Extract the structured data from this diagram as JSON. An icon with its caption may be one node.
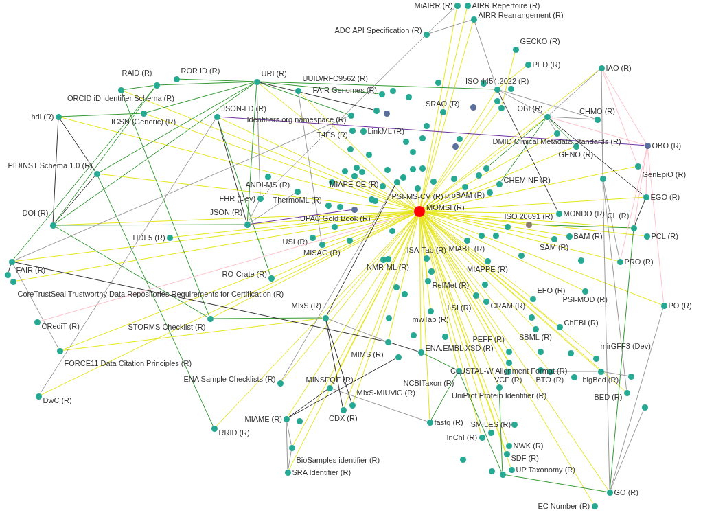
{
  "diagram": {
    "nodes": [
      {
        "text": [],
        "shape": "circle",
        "beside": [
          "MiAIRR (R)"
        ]
      },
      {
        "text": [],
        "shape": "circle",
        "beside": [
          "AIRR Repertoire (R)"
        ]
      },
      {
        "text": [],
        "shape": "circle",
        "beside": [
          "AIRR Rearrangement (R)"
        ]
      },
      {
        "text": [],
        "shape": "circle",
        "beside": [
          "ADC API Specification (R)"
        ]
      },
      {
        "text": [],
        "shape": "circle",
        "beside": [
          "GECKO (R)"
        ]
      },
      {
        "text": [],
        "shape": "circle",
        "beside": [
          "PED (R)"
        ]
      },
      {
        "text": [],
        "shape": "circle",
        "beside": [
          "IAO (R)"
        ]
      },
      {
        "text": [],
        "shape": "circle",
        "beside": [
          "ROR ID (R)"
        ]
      },
      {
        "text": [],
        "shape": "circle",
        "beside": [
          "URI (R)"
        ]
      },
      {
        "text": [],
        "shape": "circle"
      },
      {
        "text": [],
        "shape": "circle",
        "beside": [
          "RAiD (R)"
        ]
      },
      {
        "text": [],
        "shape": "circle"
      },
      {
        "text": [],
        "shape": "circle"
      },
      {
        "text": [],
        "shape": "circle",
        "beside": [
          "UUID/RFC9562 (R)"
        ]
      },
      {
        "text": [],
        "shape": "circle",
        "beside": [
          "ISO 4454:2022 (R)"
        ]
      },
      {
        "text": [],
        "shape": "circle",
        "beside": [
          "ORCID iD Identifier Schema (R)"
        ]
      },
      {
        "text": [],
        "shape": "circle"
      },
      {
        "text": [],
        "shape": "circle",
        "beside": [
          "FAIR Genomes (R)"
        ]
      },
      {
        "text": [],
        "shape": "circle"
      },
      {
        "text": [],
        "shape": "circle"
      },
      {
        "text": [],
        "shape": "circle"
      },
      {
        "text": [],
        "shape": "circle"
      },
      {
        "text": [],
        "shape": "circle"
      },
      {
        "text": [],
        "shape": "circle",
        "beside": [
          "SRAO (R)"
        ]
      },
      {
        "text": [],
        "shape": "circle"
      },
      {
        "text": [],
        "shape": "circle",
        "beside": [
          "IGSN (Generic) (R)"
        ]
      },
      {
        "text": [],
        "shape": "circle",
        "beside": [
          "Identifiers.org namespace (R)"
        ]
      },
      {
        "text": [],
        "shape": "circle",
        "beside": [
          "hdl (R)"
        ]
      },
      {
        "text": [],
        "shape": "circle",
        "beside": [
          "CHMO (R)"
        ]
      },
      {
        "text": [],
        "shape": "circle",
        "beside": [
          "JSON-LD (R)"
        ]
      },
      {
        "text": [],
        "shape": "circle",
        "beside": [
          "OBI (R)"
        ]
      },
      {
        "text": [],
        "shape": "circle",
        "beside": [
          "T4FS (R)"
        ]
      },
      {
        "text": [],
        "shape": "circle"
      },
      {
        "text": [],
        "shape": "circle",
        "beside": [
          "LinkML (R)"
        ]
      },
      {
        "text": [],
        "shape": "circle",
        "beside": [
          "DMID Clinical Metadata Standards (R)"
        ]
      },
      {
        "text": [],
        "shape": "circle"
      },
      {
        "text": [],
        "shape": "circle"
      },
      {
        "text": [],
        "shape": "circle"
      },
      {
        "text": [],
        "shape": "circle",
        "beside": [
          "OBO (R)"
        ]
      },
      {
        "text": [],
        "shape": "circle",
        "beside": [
          "GENO (R)"
        ]
      },
      {
        "text": [],
        "shape": "circle"
      },
      {
        "text": [],
        "shape": "circle"
      },
      {
        "text": [],
        "shape": "circle"
      },
      {
        "text": [],
        "shape": "circle"
      },
      {
        "text": [],
        "shape": "circle",
        "beside": [
          "GenEpiO (R)"
        ]
      },
      {
        "text": [],
        "shape": "circle"
      },
      {
        "text": [],
        "shape": "circle"
      },
      {
        "text": [],
        "shape": "circle"
      },
      {
        "text": [],
        "shape": "circle"
      },
      {
        "text": [],
        "shape": "circle"
      },
      {
        "text": [],
        "shape": "circle"
      },
      {
        "text": [],
        "shape": "circle"
      },
      {
        "text": [],
        "shape": "circle",
        "beside": [
          "PIDINST Schema 1.0 (R)"
        ]
      },
      {
        "text": [],
        "shape": "circle"
      },
      {
        "text": [],
        "shape": "circle"
      },
      {
        "text": [],
        "shape": "circle",
        "beside": [
          "ANDI-MS (R)"
        ]
      },
      {
        "text": [],
        "shape": "circle",
        "beside": [
          "MIAPE-CE (R)"
        ]
      },
      {
        "text": [],
        "shape": "circle"
      },
      {
        "text": [],
        "shape": "circle"
      },
      {
        "text": [],
        "shape": "circle"
      },
      {
        "text": [],
        "shape": "circle"
      },
      {
        "text": [],
        "shape": "circle",
        "beside": [
          "CHEMINF (R)"
        ]
      },
      {
        "text": [],
        "shape": "circle"
      },
      {
        "text": [],
        "shape": "circle",
        "beside": [
          "proBAM (R)"
        ]
      },
      {
        "text": [],
        "shape": "circle"
      },
      {
        "text": [],
        "shape": "circle",
        "beside": [
          "PSI-MS-CV (R)"
        ]
      },
      {
        "text": [],
        "shape": "circle",
        "beside": [
          "ThermoML (R)"
        ]
      },
      {
        "text": [],
        "shape": "circle"
      },
      {
        "text": [],
        "shape": "circle",
        "beside": [
          "FHR (Dev)"
        ]
      },
      {
        "text": [],
        "shape": "circle"
      },
      {
        "text": [],
        "shape": "circle"
      },
      {
        "text": [],
        "shape": "circle"
      },
      {
        "text": [],
        "shape": "circle",
        "beside": [
          "EGO (R)"
        ]
      },
      {
        "text": [],
        "shape": "circle"
      },
      {
        "text": [],
        "shape": "circle",
        "beside": [
          "MOMSI (R)"
        ]
      },
      {
        "text": [],
        "shape": "circle",
        "beside": [
          "MONDO (R)"
        ]
      },
      {
        "text": [],
        "shape": "circle"
      },
      {
        "text": [],
        "shape": "circle",
        "beside": [
          "IUPAC Gold Book (R)"
        ]
      },
      {
        "text": [],
        "shape": "circle",
        "beside": [
          "ISO 20691 (R)"
        ]
      },
      {
        "text": [],
        "shape": "circle",
        "beside": [
          "JSON (R)"
        ]
      },
      {
        "text": [],
        "shape": "circle",
        "beside": [
          "DOI (R)"
        ]
      },
      {
        "text": [],
        "shape": "circle"
      },
      {
        "text": [],
        "shape": "circle",
        "beside": [
          "CL (R)"
        ]
      },
      {
        "text": [],
        "shape": "circle"
      },
      {
        "text": [],
        "shape": "circle"
      },
      {
        "text": [],
        "shape": "circle",
        "beside": [
          "BAM (R)"
        ]
      },
      {
        "text": [],
        "shape": "circle",
        "beside": [
          "PCL (R)"
        ]
      },
      {
        "text": [],
        "shape": "circle",
        "beside": [
          "SAM (R)"
        ]
      },
      {
        "text": [],
        "shape": "circle",
        "beside": [
          "HDF5 (R)"
        ]
      },
      {
        "text": [],
        "shape": "circle",
        "beside": [
          "USI (R)"
        ]
      },
      {
        "text": [],
        "shape": "circle"
      },
      {
        "text": [],
        "shape": "circle"
      },
      {
        "text": [],
        "shape": "circle",
        "beside": [
          "MISAG (R)"
        ]
      },
      {
        "text": [],
        "shape": "circle",
        "beside": [
          "MIABE (R)"
        ]
      },
      {
        "text": [],
        "shape": "circle",
        "beside": [
          "ISA-Tab (R)"
        ]
      },
      {
        "text": [],
        "shape": "circle"
      },
      {
        "text": [],
        "shape": "circle"
      },
      {
        "text": [],
        "shape": "circle",
        "beside": [
          "FAIR (R)"
        ]
      },
      {
        "text": [],
        "shape": "circle",
        "beside": [
          "PRO (R)"
        ]
      },
      {
        "text": [],
        "shape": "circle"
      },
      {
        "text": [],
        "shape": "circle",
        "beside": [
          "NMR-ML (R)"
        ]
      },
      {
        "text": [],
        "shape": "circle",
        "beside": [
          "MIAPPE (R)"
        ]
      },
      {
        "text": [],
        "shape": "circle"
      },
      {
        "text": [],
        "shape": "circle"
      },
      {
        "text": [],
        "shape": "circle",
        "beside": [
          "CoreTrustSeal Trustworthy Data Repositories Requirements for Certification (R)"
        ]
      },
      {
        "text": [],
        "shape": "circle",
        "beside": [
          "RefMet (R)"
        ]
      },
      {
        "text": [],
        "shape": "circle"
      },
      {
        "text": [],
        "shape": "circle",
        "beside": [
          "RO-Crate (R)"
        ]
      },
      {
        "text": [],
        "shape": "circle"
      },
      {
        "text": [],
        "shape": "circle",
        "beside": [
          "PSI-MOD (R)"
        ]
      },
      {
        "text": [],
        "shape": "circle",
        "beside": [
          "LSI (R)"
        ]
      },
      {
        "text": [],
        "shape": "circle"
      },
      {
        "text": [],
        "shape": "circle",
        "beside": [
          "EFO (R)"
        ]
      },
      {
        "text": [],
        "shape": "circle",
        "beside": [
          "CRAM (R)"
        ]
      },
      {
        "text": [],
        "shape": "circle",
        "beside": [
          "PO (R)"
        ]
      },
      {
        "text": [],
        "shape": "circle",
        "beside": [
          "mwTab (R)"
        ]
      },
      {
        "text": [],
        "shape": "circle",
        "beside": [
          "MIxS (R)"
        ]
      },
      {
        "text": [],
        "shape": "circle"
      },
      {
        "text": [],
        "shape": "circle",
        "beside": [
          "STORMS Checklist (R)"
        ]
      },
      {
        "text": [],
        "shape": "circle",
        "beside": [
          "CRediT (R)"
        ]
      },
      {
        "text": [],
        "shape": "circle"
      },
      {
        "text": [],
        "shape": "circle",
        "beside": [
          "ChEBI (R)"
        ]
      },
      {
        "text": [],
        "shape": "circle",
        "beside": [
          "SBML (R)"
        ]
      },
      {
        "text": [],
        "shape": "circle"
      },
      {
        "text": [],
        "shape": "circle"
      },
      {
        "text": [],
        "shape": "circle",
        "beside": [
          "MIMS (R)"
        ]
      },
      {
        "text": [],
        "shape": "circle",
        "beside": [
          "FORCE11 Data Citation Principles (R)"
        ]
      },
      {
        "text": [],
        "shape": "circle"
      },
      {
        "text": [],
        "shape": "circle",
        "beside": [
          "ENA.EMBL XSD (R)"
        ]
      },
      {
        "text": [],
        "shape": "circle"
      },
      {
        "text": [],
        "shape": "circle",
        "beside": [
          "PEFF (R)"
        ]
      },
      {
        "text": [],
        "shape": "circle"
      },
      {
        "text": [],
        "shape": "circle",
        "beside": [
          "mirGFF3 (Dev)"
        ]
      },
      {
        "text": [],
        "shape": "circle",
        "beside": [
          "CLUSTAL-W Alignment Format (R)"
        ]
      },
      {
        "text": [],
        "shape": "circle",
        "beside": [
          "bigBed (R)"
        ]
      },
      {
        "text": [],
        "shape": "circle",
        "beside": [
          "VCF (R)"
        ]
      },
      {
        "text": [],
        "shape": "circle",
        "beside": [
          "BTO (R)"
        ]
      },
      {
        "text": [],
        "shape": "circle"
      },
      {
        "text": [],
        "shape": "circle",
        "beside": [
          "NCBITaxon (R)"
        ]
      },
      {
        "text": [],
        "shape": "circle"
      },
      {
        "text": [],
        "shape": "circle"
      },
      {
        "text": [],
        "shape": "circle",
        "beside": [
          "ENA Sample Checklists (R)"
        ]
      },
      {
        "text": [],
        "shape": "circle",
        "beside": [
          "UniProt Protein Identifier (R)"
        ]
      },
      {
        "text": [],
        "shape": "circle",
        "beside": [
          "MINSEQE (R)"
        ]
      },
      {
        "text": [],
        "shape": "circle",
        "beside": [
          "BED (R)"
        ]
      },
      {
        "text": [],
        "shape": "circle",
        "beside": [
          "DwC (R)"
        ]
      },
      {
        "text": [],
        "shape": "circle",
        "beside": [
          "MIxS-MIUViG (R)"
        ]
      },
      {
        "text": [],
        "shape": "circle"
      },
      {
        "text": [],
        "shape": "circle",
        "beside": [
          "CDX (R)"
        ]
      },
      {
        "text": [],
        "shape": "circle",
        "beside": [
          "MIAME (R)"
        ]
      },
      {
        "text": [],
        "shape": "circle"
      },
      {
        "text": [],
        "shape": "circle",
        "beside": [
          "fastq (R)"
        ]
      },
      {
        "text": [],
        "shape": "circle"
      },
      {
        "text": [],
        "shape": "circle",
        "beside": [
          "RRID (R)"
        ]
      },
      {
        "text": [],
        "shape": "circle",
        "beside": [
          "SMILES (R)"
        ]
      },
      {
        "text": [],
        "shape": "circle",
        "beside": [
          "InChI (R)"
        ]
      },
      {
        "text": [],
        "shape": "circle",
        "beside": [
          "NWK (R)"
        ]
      },
      {
        "text": [],
        "shape": "circle",
        "beside": [
          "BioSamples identifier (R)"
        ]
      },
      {
        "text": [],
        "shape": "circle",
        "beside": [
          "SDF (R)"
        ]
      },
      {
        "text": [],
        "shape": "circle"
      },
      {
        "text": [],
        "shape": "circle",
        "beside": [
          "UP Taxonomy (R)"
        ]
      },
      {
        "text": [],
        "shape": "circle"
      },
      {
        "text": [],
        "shape": "circle",
        "beside": [
          "SRA Identifier (R)"
        ]
      },
      {
        "text": [],
        "shape": "circle"
      },
      {
        "text": [],
        "shape": "circle",
        "beside": [
          "GO (R)"
        ]
      },
      {
        "text": [],
        "shape": "circle",
        "beside": [
          "EC Number (R)"
        ]
      }
    ],
    "edges": [
      {
        "from": 74,
        "to": 0,
        "arrow": "none"
      },
      {
        "from": 74,
        "to": 1,
        "arrow": "none"
      },
      {
        "from": 74,
        "to": 2,
        "arrow": "none"
      },
      {
        "from": 74,
        "to": 14,
        "arrow": "none"
      },
      {
        "from": 74,
        "to": 27,
        "arrow": "none"
      },
      {
        "from": 74,
        "to": 25,
        "arrow": "none"
      },
      {
        "from": 74,
        "to": 15,
        "arrow": "none"
      },
      {
        "from": 74,
        "to": 29,
        "arrow": "none"
      },
      {
        "from": 74,
        "to": 52,
        "arrow": "none"
      },
      {
        "from": 74,
        "to": 80,
        "arrow": "none"
      },
      {
        "from": 74,
        "to": 97,
        "arrow": "none"
      },
      {
        "from": 74,
        "to": 104,
        "arrow": "none"
      },
      {
        "from": 74,
        "to": 126,
        "arrow": "none"
      },
      {
        "from": 74,
        "to": 145,
        "arrow": "none"
      },
      {
        "from": 74,
        "to": 153,
        "arrow": "none"
      },
      {
        "from": 74,
        "to": 118,
        "arrow": "none"
      },
      {
        "from": 74,
        "to": 107,
        "arrow": "none"
      },
      {
        "from": 74,
        "to": 116,
        "arrow": "none"
      },
      {
        "from": 74,
        "to": 149,
        "arrow": "none"
      },
      {
        "from": 74,
        "to": 162,
        "arrow": "none"
      },
      {
        "from": 74,
        "to": 141,
        "arrow": "none"
      },
      {
        "from": 74,
        "to": 151,
        "arrow": "none"
      },
      {
        "from": 74,
        "to": 138,
        "arrow": "none"
      },
      {
        "from": 74,
        "to": 135,
        "arrow": "none"
      },
      {
        "from": 74,
        "to": 136,
        "arrow": "none"
      },
      {
        "from": 74,
        "to": 134,
        "arrow": "none"
      },
      {
        "from": 74,
        "to": 144,
        "arrow": "none"
      },
      {
        "from": 74,
        "to": 164,
        "arrow": "none"
      },
      {
        "from": 74,
        "to": 114,
        "arrow": "none"
      },
      {
        "from": 74,
        "to": 98,
        "arrow": "none"
      },
      {
        "from": 74,
        "to": 82,
        "arrow": "none"
      },
      {
        "from": 74,
        "to": 86,
        "arrow": "none"
      },
      {
        "from": 74,
        "to": 72,
        "arrow": "none"
      },
      {
        "from": 74,
        "to": 44,
        "arrow": "none"
      },
      {
        "from": 74,
        "to": 30,
        "arrow": "none"
      },
      {
        "from": 74,
        "to": 6,
        "arrow": "none"
      },
      {
        "from": 74,
        "to": 87,
        "arrow": "none"
      },
      {
        "from": 74,
        "to": 113,
        "arrow": "none"
      },
      {
        "from": 74,
        "to": 112,
        "arrow": "none"
      },
      {
        "from": 74,
        "to": 122,
        "arrow": "none"
      },
      {
        "from": 74,
        "to": 121,
        "arrow": "none"
      },
      {
        "from": 74,
        "to": 142,
        "arrow": "none"
      },
      {
        "from": 74,
        "to": 154,
        "arrow": "none"
      },
      {
        "from": 74,
        "to": 155,
        "arrow": "none"
      },
      {
        "from": 74,
        "to": 158,
        "arrow": "none"
      },
      {
        "from": 74,
        "to": 156,
        "arrow": "none"
      },
      {
        "from": 74,
        "to": 160,
        "arrow": "none"
      },
      {
        "from": 74,
        "to": 132,
        "arrow": "none"
      },
      {
        "from": 74,
        "to": 109,
        "arrow": "none"
      },
      {
        "from": 74,
        "to": 78,
        "arrow": "none"
      },
      {
        "from": 74,
        "to": 88,
        "arrow": "none"
      },
      {
        "from": 74,
        "to": 79,
        "arrow": "none"
      },
      {
        "from": 74,
        "to": 8,
        "arrow": "none"
      },
      {
        "from": 74,
        "to": 13,
        "arrow": "none"
      },
      {
        "from": 74,
        "to": 65,
        "arrow": "none"
      },
      {
        "from": 74,
        "to": 63,
        "arrow": "none"
      },
      {
        "from": 74,
        "to": 93,
        "arrow": "none"
      },
      {
        "from": 74,
        "to": 94,
        "arrow": "none"
      },
      {
        "from": 74,
        "to": 100,
        "arrow": "none"
      },
      {
        "from": 74,
        "to": 105,
        "arrow": "none"
      },
      {
        "from": 74,
        "to": 115,
        "arrow": "none"
      },
      {
        "from": 74,
        "to": 125,
        "arrow": "none"
      },
      {
        "from": 74,
        "to": 128,
        "arrow": "none"
      },
      {
        "from": 74,
        "to": 143,
        "arrow": "none"
      },
      {
        "from": 74,
        "to": 146,
        "arrow": "none"
      },
      {
        "from": 74,
        "to": 148,
        "arrow": "none"
      },
      {
        "from": 74,
        "to": 157,
        "arrow": "none"
      },
      {
        "from": 74,
        "to": 133,
        "arrow": "none"
      },
      {
        "from": 74,
        "to": 130,
        "arrow": "none"
      },
      {
        "from": 74,
        "to": 110,
        "arrow": "none"
      },
      {
        "from": 74,
        "to": 101,
        "arrow": "none"
      },
      {
        "from": 74,
        "to": 61,
        "arrow": "none"
      },
      {
        "from": 74,
        "to": 56,
        "arrow": "none"
      },
      {
        "from": 74,
        "to": 77,
        "arrow": "none"
      },
      {
        "from": 74,
        "to": 89,
        "arrow": "none"
      },
      {
        "from": 74,
        "to": 92,
        "arrow": "none"
      },
      {
        "from": 74,
        "to": 75,
        "arrow": "none"
      },
      {
        "from": 74,
        "to": 85,
        "arrow": "none"
      },
      {
        "from": 74,
        "to": 39,
        "arrow": "none"
      },
      {
        "from": 74,
        "to": 34,
        "arrow": "none"
      },
      {
        "from": 74,
        "to": 165,
        "arrow": "none"
      },
      {
        "from": 4,
        "to": 20,
        "arrow": "none"
      },
      {
        "from": 5,
        "to": 14,
        "arrow": "none"
      },
      {
        "from": 126,
        "to": 116,
        "arrow": "none"
      },
      {
        "from": 64,
        "to": 74,
        "arrow": "none"
      },
      {
        "from": 19,
        "to": 74,
        "arrow": "none"
      },
      {
        "from": 20,
        "to": 74,
        "arrow": "none"
      },
      {
        "from": 15,
        "to": 10,
        "arrow": "none",
        "color": "#339933"
      },
      {
        "from": 10,
        "to": 8,
        "arrow": "none",
        "color": "#339933"
      },
      {
        "from": 7,
        "to": 8,
        "arrow": "none",
        "color": "#339933"
      },
      {
        "from": 27,
        "to": 25,
        "arrow": "none",
        "color": "#339933"
      },
      {
        "from": 80,
        "to": 10,
        "arrow": "none",
        "color": "#339933"
      },
      {
        "from": 97,
        "to": 10,
        "arrow": "none",
        "color": "#339933"
      },
      {
        "from": 80,
        "to": 8,
        "arrow": "none",
        "color": "#339933"
      },
      {
        "from": 52,
        "to": 8,
        "arrow": "none",
        "color": "#339933"
      },
      {
        "from": 80,
        "to": 79,
        "arrow": "none",
        "color": "#339933"
      },
      {
        "from": 80,
        "to": 118,
        "arrow": "none",
        "color": "#339933"
      },
      {
        "from": 15,
        "to": 118,
        "arrow": "none",
        "color": "#339933"
      },
      {
        "from": 52,
        "to": 153,
        "arrow": "none",
        "color": "#339933"
      },
      {
        "from": 25,
        "to": 8,
        "arrow": "none",
        "color": "#339933"
      },
      {
        "from": 118,
        "to": 116,
        "arrow": "none",
        "color": "#339933"
      },
      {
        "from": 8,
        "to": 26,
        "arrow": "none",
        "color": "#339933"
      },
      {
        "from": 8,
        "to": 79,
        "arrow": "none",
        "color": "#339933"
      },
      {
        "from": 8,
        "to": 14,
        "arrow": "none",
        "color": "#339933"
      },
      {
        "from": 8,
        "to": 17,
        "arrow": "none",
        "color": "#339933"
      },
      {
        "from": 107,
        "to": 29,
        "arrow": "none",
        "color": "#339933"
      },
      {
        "from": 138,
        "to": 128,
        "arrow": "none",
        "color": "#339933"
      },
      {
        "from": 151,
        "to": 138,
        "arrow": "none",
        "color": "#339933"
      },
      {
        "from": 163,
        "to": 164,
        "arrow": "none",
        "color": "#339933"
      },
      {
        "from": 30,
        "to": 39,
        "arrow": "none",
        "color": "#339933"
      },
      {
        "from": 30,
        "to": 61,
        "arrow": "none",
        "color": "#339933"
      },
      {
        "from": 30,
        "to": 45,
        "arrow": "none",
        "color": "#339933"
      },
      {
        "from": 82,
        "to": 78,
        "arrow": "none",
        "color": "#339933"
      },
      {
        "from": 82,
        "to": 164,
        "arrow": "none",
        "color": "#339933"
      },
      {
        "from": 142,
        "to": 163,
        "arrow": "none",
        "color": "#339933"
      },
      {
        "from": 138,
        "to": 163,
        "arrow": "none",
        "color": "#339933"
      },
      {
        "from": 0,
        "to": 3,
        "arrow": "none",
        "color": "#999999"
      },
      {
        "from": 2,
        "to": 3,
        "arrow": "none",
        "color": "#999999"
      },
      {
        "from": 2,
        "to": 14,
        "arrow": "none",
        "color": "#999999"
      },
      {
        "from": 3,
        "to": 68,
        "arrow": "none",
        "color": "#999999"
      },
      {
        "from": 97,
        "to": 26,
        "arrow": "none",
        "color": "#999999"
      },
      {
        "from": 145,
        "to": 29,
        "arrow": "none",
        "color": "#999999"
      },
      {
        "from": 97,
        "to": 126,
        "arrow": "none",
        "color": "#999999"
      },
      {
        "from": 8,
        "to": 68,
        "arrow": "none",
        "color": "#999999"
      },
      {
        "from": 79,
        "to": 68,
        "arrow": "none",
        "color": "#999999"
      },
      {
        "from": 79,
        "to": 66,
        "arrow": "none",
        "color": "#999999"
      },
      {
        "from": 6,
        "to": 30,
        "arrow": "none",
        "color": "#999999"
      },
      {
        "from": 6,
        "to": 51,
        "arrow": "none",
        "color": "#999999"
      },
      {
        "from": 30,
        "to": 28,
        "arrow": "none",
        "color": "#999999"
      },
      {
        "from": 30,
        "to": 34,
        "arrow": "none",
        "color": "#999999"
      },
      {
        "from": 51,
        "to": 164,
        "arrow": "none",
        "color": "#999999"
      },
      {
        "from": 51,
        "to": 98,
        "arrow": "none",
        "color": "#999999"
      },
      {
        "from": 51,
        "to": 144,
        "arrow": "none",
        "color": "#999999"
      },
      {
        "from": 164,
        "to": 114,
        "arrow": "none",
        "color": "#999999"
      },
      {
        "from": 164,
        "to": 147,
        "arrow": "none",
        "color": "#999999"
      },
      {
        "from": 149,
        "to": 157,
        "arrow": "none",
        "color": "#999999"
      },
      {
        "from": 149,
        "to": 162,
        "arrow": "none",
        "color": "#999999"
      },
      {
        "from": 157,
        "to": 162,
        "arrow": "none",
        "color": "#999999"
      },
      {
        "from": 116,
        "to": 125,
        "arrow": "none",
        "color": "#999999"
      },
      {
        "from": 143,
        "to": 151,
        "arrow": "none",
        "color": "#999999"
      },
      {
        "from": 14,
        "to": 30,
        "arrow": "none",
        "color": "#999999"
      },
      {
        "from": 14,
        "to": 28,
        "arrow": "none",
        "color": "#999999"
      },
      {
        "from": 134,
        "to": 139,
        "arrow": "none",
        "color": "#999999"
      },
      {
        "from": 136,
        "to": 134,
        "arrow": "none",
        "color": "#999999"
      },
      {
        "from": 141,
        "to": 64,
        "arrow": "none",
        "color": "#999999"
      },
      {
        "from": 13,
        "to": 92,
        "arrow": "none",
        "color": "#999999"
      },
      {
        "from": 27,
        "to": 80,
        "arrow": "none",
        "color": "#333333"
      },
      {
        "from": 27,
        "to": 52,
        "arrow": "none",
        "color": "#333333"
      },
      {
        "from": 52,
        "to": 80,
        "arrow": "none",
        "color": "#333333"
      },
      {
        "from": 29,
        "to": 79,
        "arrow": "none",
        "color": "#333333"
      },
      {
        "from": 8,
        "to": 22,
        "arrow": "none",
        "color": "#333333"
      },
      {
        "from": 97,
        "to": 103,
        "arrow": "none",
        "color": "#333333"
      },
      {
        "from": 97,
        "to": 125,
        "arrow": "none",
        "color": "#333333"
      },
      {
        "from": 30,
        "to": 72,
        "arrow": "none",
        "color": "#333333"
      },
      {
        "from": 14,
        "to": 75,
        "arrow": "none",
        "color": "#333333"
      },
      {
        "from": 72,
        "to": 82,
        "arrow": "none",
        "color": "#333333"
      },
      {
        "from": 149,
        "to": 143,
        "arrow": "none",
        "color": "#333333"
      },
      {
        "from": 149,
        "to": 131,
        "arrow": "none",
        "color": "#333333"
      },
      {
        "from": 116,
        "to": 146,
        "arrow": "none",
        "color": "#333333"
      },
      {
        "from": 116,
        "to": 64,
        "arrow": "none",
        "color": "#333333"
      },
      {
        "from": 116,
        "to": 148,
        "arrow": "none",
        "color": "#333333"
      },
      {
        "from": 125,
        "to": 128,
        "arrow": "none",
        "color": "#333333"
      },
      {
        "from": 29,
        "to": 38,
        "arrow": "none",
        "color": "#7030a0"
      },
      {
        "from": 79,
        "to": 73,
        "arrow": "none",
        "color": "#7030a0"
      },
      {
        "from": 6,
        "to": 38,
        "arrow": "none",
        "color": "#ffc0cb"
      },
      {
        "from": 6,
        "to": 44,
        "arrow": "none",
        "color": "#ffc0cb"
      },
      {
        "from": 38,
        "to": 82,
        "arrow": "none",
        "color": "#ffc0cb"
      },
      {
        "from": 38,
        "to": 30,
        "arrow": "none",
        "color": "#ffc0cb"
      },
      {
        "from": 38,
        "to": 98,
        "arrow": "none",
        "color": "#ffc0cb"
      },
      {
        "from": 38,
        "to": 114,
        "arrow": "none",
        "color": "#ffc0cb"
      },
      {
        "from": 119,
        "to": 74,
        "arrow": "none",
        "color": "#ffc0cb"
      },
      {
        "from": 38,
        "to": 72,
        "arrow": "none",
        "color": "#ffc0cb"
      }
    ]
  }
}
